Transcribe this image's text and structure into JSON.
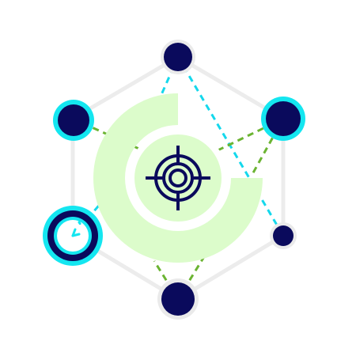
{
  "colors": {
    "background": "#ffffff",
    "hexagon_outline": "#ececec",
    "ring_fill": "#dcfccb",
    "navy": "#0a0a5c",
    "cyan": "#14e6f0",
    "dash_cyan": "#14d8ec",
    "dash_green": "#6bb432",
    "node_light_outline": "#eaeaea"
  },
  "icons": {
    "center": "crosshair-target-icon",
    "clock_node": "clock-icon"
  },
  "progress_ring": {
    "fraction": 0.75
  },
  "nodes": [
    {
      "name": "node-top",
      "style": "light-outline",
      "size": "medium"
    },
    {
      "name": "node-top-left",
      "style": "cyan-outline",
      "size": "medium"
    },
    {
      "name": "node-top-right",
      "style": "cyan-outline",
      "size": "large"
    },
    {
      "name": "node-bottom-right",
      "style": "light-outline",
      "size": "small"
    },
    {
      "name": "node-bottom",
      "style": "light-outline",
      "size": "medium"
    },
    {
      "name": "node-clock",
      "style": "cyan-ring-clock",
      "size": "large"
    }
  ]
}
